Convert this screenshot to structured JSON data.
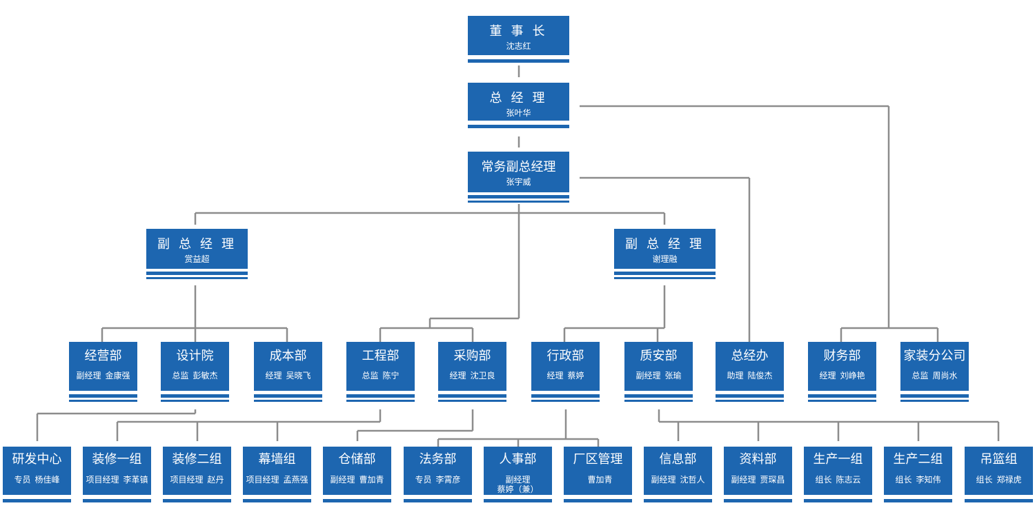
{
  "executives": {
    "chairman": {
      "title": "董 事 长",
      "name": "沈志红"
    },
    "gm": {
      "title": "总 经 理",
      "name": "张叶华"
    },
    "evp": {
      "title": "常务副总经理",
      "name": "张宇威"
    },
    "vp_left": {
      "title": "副 总 经 理",
      "name": "赏益超"
    },
    "vp_right": {
      "title": "副 总 经 理",
      "name": "谢理融"
    }
  },
  "departments": [
    {
      "title": "经营部",
      "role": "副经理",
      "name": "金康强"
    },
    {
      "title": "设计院",
      "role": "总监",
      "name": "彭敏杰"
    },
    {
      "title": "成本部",
      "role": "经理",
      "name": "吴晓飞"
    },
    {
      "title": "工程部",
      "role": "总监",
      "name": "陈宁"
    },
    {
      "title": "采购部",
      "role": "经理",
      "name": "沈卫良"
    },
    {
      "title": "行政部",
      "role": "经理",
      "name": "蔡婷"
    },
    {
      "title": "质安部",
      "role": "副经理",
      "name": "张瑜"
    },
    {
      "title": "总经办",
      "role": "助理",
      "name": "陆俊杰"
    },
    {
      "title": "财务部",
      "role": "经理",
      "name": "刘峥艳"
    },
    {
      "title": "家装分公司",
      "role": "总监",
      "name": "周尚水"
    }
  ],
  "teams": [
    {
      "title": "研发中心",
      "role": "专员",
      "name": "杨佳峰"
    },
    {
      "title": "装修一组",
      "role": "项目经理",
      "name": "李革镇"
    },
    {
      "title": "装修二组",
      "role": "项目经理",
      "name": "赵丹"
    },
    {
      "title": "幕墙组",
      "role": "项目经理",
      "name": "孟燕强"
    },
    {
      "title": "仓储部",
      "role": "副经理",
      "name": "曹加青"
    },
    {
      "title": "法务部",
      "role": "专员",
      "name": "李霄彦"
    },
    {
      "title": "人事部",
      "role": "副经理",
      "name": "蔡婷（兼）"
    },
    {
      "title": "厂区管理",
      "role": "",
      "name": "曹加青"
    },
    {
      "title": "信息部",
      "role": "副经理",
      "name": "沈哲人"
    },
    {
      "title": "资料部",
      "role": "副经理",
      "name": "贾琛昌"
    },
    {
      "title": "生产一组",
      "role": "组长",
      "name": "陈志云"
    },
    {
      "title": "生产二组",
      "role": "组长",
      "name": "李知伟"
    },
    {
      "title": "吊篮组",
      "role": "组长",
      "name": "郑禄虎"
    }
  ],
  "colors": {
    "box": "#1d66b0",
    "line": "#8c8c8c",
    "text": "#ffffff"
  }
}
